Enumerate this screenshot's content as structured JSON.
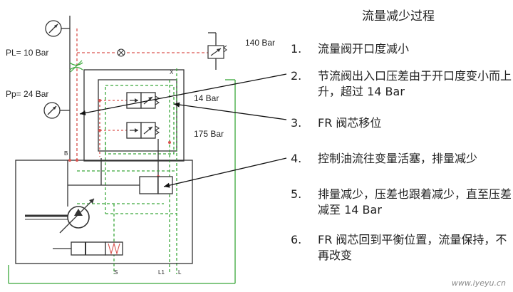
{
  "title": "流量减少过程",
  "steps": [
    {
      "num": "1.",
      "text": "流量阀开口度减小"
    },
    {
      "num": "2.",
      "text": "节流阀出入口压差由于开口度变小而上升，超过 14 Bar"
    },
    {
      "num": "3.",
      "text": "FR 阀芯移位"
    },
    {
      "num": "4.",
      "text": "控制油流往变量活塞，排量减少"
    },
    {
      "num": "5.",
      "text": "排量减少，压差也跟着减少，直至压差减至 14 Bar"
    },
    {
      "num": "6.",
      "text": "FR 阀芯回到平衡位置，流量保持，不再改变"
    }
  ],
  "diagram": {
    "labels": {
      "pl": "PL= 10 Bar",
      "pp": "Pp= 24 Bar",
      "relief": "140 Bar",
      "fr_setting": "14 Bar",
      "pr_setting": "175 Bar",
      "port_b": "B",
      "port_x": "X",
      "port_s": "S",
      "port_l1": "L1",
      "port_l": "L"
    },
    "colors": {
      "line": "#333333",
      "pilot_red": "#d9534f",
      "case_green": "#3aa83a",
      "arrow": "#111111"
    }
  },
  "watermark": "www.iyeyu.cn"
}
